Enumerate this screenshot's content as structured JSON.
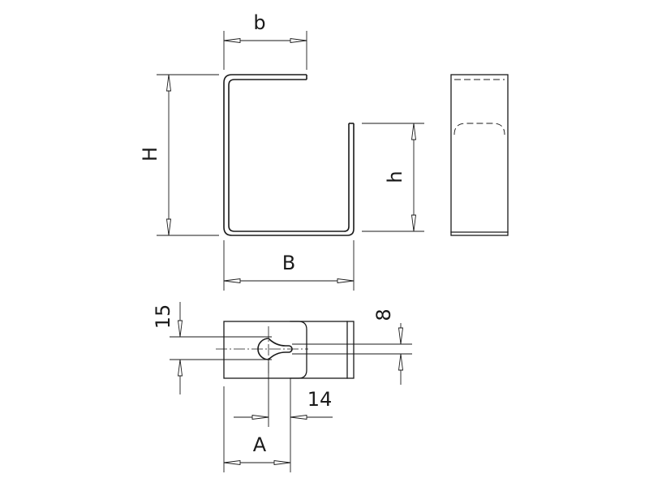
{
  "dimensions": {
    "b": "b",
    "H": "H",
    "h": "h",
    "B": "B",
    "hole_offset": "15",
    "slot_width": "8",
    "slot_distance": "14",
    "A": "A"
  }
}
